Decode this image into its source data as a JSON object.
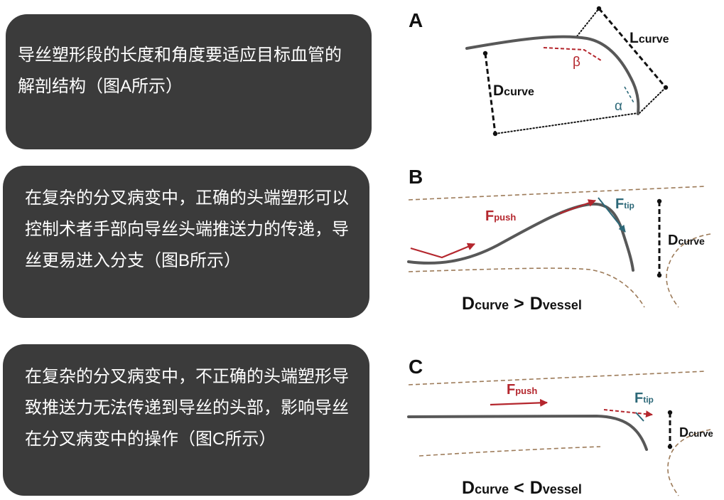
{
  "boxes": [
    {
      "lines": [
        "导丝塑形段的长度和角度要适应目标血管的",
        "解剖结构（图A所示）"
      ]
    },
    {
      "lines": [
        "在复杂的分叉病变中，正确的头端塑形可以",
        "控制术者手部向导丝头端推送力的传递，导",
        "丝更易进入分支（图B所示）"
      ]
    },
    {
      "lines": [
        "在复杂的分叉病变中，不正确的头端塑形导",
        "致推送力无法传递到导丝的头部，影响导丝",
        "在分叉病变中的操作（图C所示）"
      ]
    }
  ],
  "panels": {
    "a": {
      "label": "A",
      "d_curve": {
        "main": "D",
        "sub": "curve"
      },
      "l_curve": {
        "main": "L",
        "sub": "curve"
      },
      "beta": "β",
      "alpha": "α"
    },
    "b": {
      "label": "B",
      "f_push": {
        "main": "F",
        "sub": "push"
      },
      "f_tip": {
        "main": "F",
        "sub": "tip"
      },
      "d_curve": {
        "main": "D",
        "sub": "curve"
      },
      "relation": {
        "left": {
          "main": "D",
          "sub": "curve"
        },
        "op": ">",
        "right": {
          "main": "D",
          "sub": "vessel"
        }
      }
    },
    "c": {
      "label": "C",
      "f_push": {
        "main": "F",
        "sub": "push"
      },
      "f_tip": {
        "main": "F",
        "sub": "tip"
      },
      "d_curve": {
        "main": "D",
        "sub": "curve"
      },
      "relation": {
        "left": {
          "main": "D",
          "sub": "curve"
        },
        "op": "<",
        "right": {
          "main": "D",
          "sub": "vessel"
        }
      }
    }
  },
  "colors": {
    "box_bg": "#3b3b3b",
    "box_text": "#ffffff",
    "wire": "#585858",
    "vessel": "#9c7a58",
    "force": "#b4262d",
    "tip": "#2c6878",
    "dimension": "#111111"
  }
}
